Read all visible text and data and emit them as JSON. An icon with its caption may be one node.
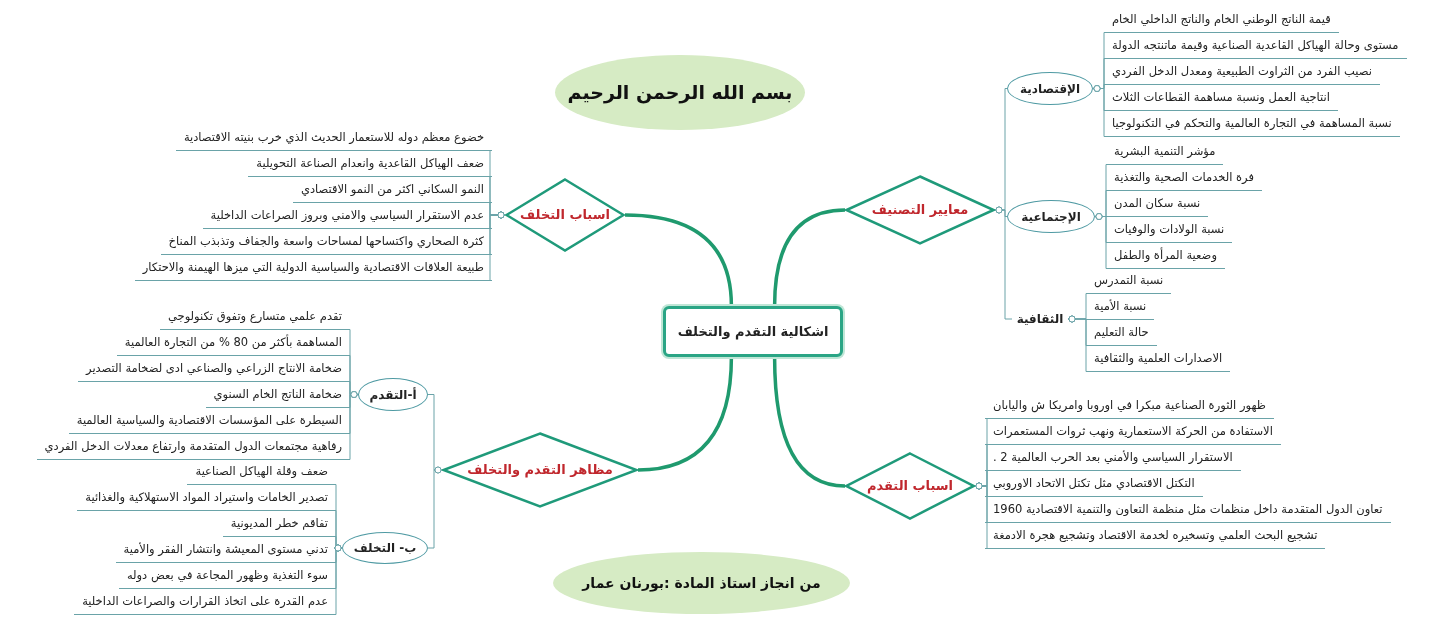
{
  "diagram": {
    "nodes": [
      {
        "text": [
          "اشكالية التقدم والتخلف"
        ]
      },
      {
        "text": [
          "معايير التصنيف"
        ]
      },
      {
        "text": [
          "الإقتصادية"
        ]
      },
      {
        "text": [
          "قيمة الناتج الوطني الخام والناتج الداخلي الخام"
        ]
      },
      {
        "text": [
          "مستوى وحالة الهياكل القاعدية الصناعية وقيمة ماتنتجه الدولة"
        ]
      },
      {
        "text": [
          "نصيب الفرد من الثراوت الطبيعية ومعدل الدخل الفردي"
        ]
      },
      {
        "text": [
          "انتاجية العمل ونسبة مساهمة القطاعات الثلاث"
        ]
      },
      {
        "text": [
          "نسبة المساهمة في التجارة العالمية والتحكم في التكنولوجيا"
        ]
      },
      {
        "text": [
          "الإجتماعية"
        ]
      },
      {
        "text": [
          "مؤشر التنمية البشرية"
        ]
      },
      {
        "text": [
          "فرة الخدمات الصحية والتغذية"
        ]
      },
      {
        "text": [
          "نسبة سكان المدن"
        ]
      },
      {
        "text": [
          "نسبة الولادات والوفيات"
        ]
      },
      {
        "text": [
          "وضعية المرأة والطفل"
        ]
      },
      {
        "text": [
          "الثقافية"
        ]
      },
      {
        "text": [
          "نسبة التمدرس"
        ]
      },
      {
        "text": [
          "نسبة الأمية"
        ]
      },
      {
        "text": [
          "حالة التعليم"
        ]
      },
      {
        "text": [
          "الاصدارات العلمية والثقافية"
        ]
      },
      {
        "text": [
          "اسباب التقدم"
        ]
      },
      {
        "text": [
          "ظهور الثورة الصناعية مبكرا في اوروبا وامريكا ش واليابان"
        ]
      },
      {
        "text": [
          "الاستفادة من الحركة الاستعمارية ونهب ثروات المستعمرات"
        ]
      },
      {
        "text": [
          "الاستقرار السياسي والأمني بعد الحرب العالمية 2 ."
        ]
      },
      {
        "text": [
          "التكتل الاقتصادي مثل تكتل الاتحاد الاوروبي"
        ]
      },
      {
        "text": [
          "تعاون الدول المتقدمة داخل منظمات مثل منظمة التعاون والتنمية الاقتصادية 1960"
        ]
      },
      {
        "text": [
          "تشجيع البحث العلمي وتسخيره لخدمة الاقتصاد وتشجيع هجرة الادمغة"
        ]
      },
      {
        "text": [
          "اسباب التخلف"
        ]
      },
      {
        "text": [
          "خضوع معظم دوله للاستعمار الحديث الذي خرب بنيته الاقتصادية"
        ]
      },
      {
        "text": [
          "ضعف الهياكل القاعدية وانعدام الصناعة التحويلية"
        ]
      },
      {
        "text": [
          "النمو السكاني اكثر من النمو الاقتصادي"
        ]
      },
      {
        "text": [
          "عدم الاستقرار السياسي والامني وبروز الصراعات الداخلية"
        ]
      },
      {
        "text": [
          "كثرة الصحاري واكتساحها لمساحات واسعة والجفاف وتذبذب المناخ"
        ]
      },
      {
        "text": [
          "طبيعة العلاقات الاقتصادية والسياسية الدولية التي ميزها الهيمنة والاحتكار"
        ]
      },
      {
        "text": [
          "مظاهر التقدم والتخلف"
        ]
      },
      {
        "text": [
          "أ-التقدم"
        ]
      },
      {
        "text": [
          "تقدم علمي متسارع وتفوق تكنولوجي"
        ]
      },
      {
        "text": [
          "المساهمة بأكثر من 80 % من التجارة العالمية"
        ]
      },
      {
        "text": [
          "ضخامة الانتاج الزراعي والصناعي ادى لضخامة التصدير"
        ]
      },
      {
        "text": [
          "ضخامة الناتج الخام السنوي"
        ]
      },
      {
        "text": [
          "السيطرة على المؤسسات الاقتصادية والسياسية العالمية"
        ]
      },
      {
        "text": [
          "رفاهية مجتمعات الدول المتقدمة وارتفاع معدلات الدخل الفردي"
        ]
      },
      {
        "text": [
          "ب- التخلف"
        ]
      },
      {
        "text": [
          "ضعف وقلة الهياكل الصناعية"
        ]
      },
      {
        "text": [
          "تصدير الخامات واستيراد المواد الاستهلاكية والغذائية"
        ]
      },
      {
        "text": [
          "تفاقم خطر المديونية"
        ]
      },
      {
        "text": [
          "تدني مستوى المعيشة وانتشار الفقر والأمية"
        ]
      },
      {
        "text": [
          "سوء التغذية وظهور المجاعة في بعض دوله"
        ]
      },
      {
        "text": [
          "عدم القدرة على اتخاذ القرارات والصراعات الداخلية"
        ]
      },
      {
        "text": [
          "بسم الله الرحمن الرحيم"
        ]
      },
      {
        "text": [
          "من انجاز استاذ المادة :بورنان عمار"
        ]
      }
    ],
    "edges": [
      {
        "from": 0,
        "to": 1,
        "arrow": "none",
        "style": "thick",
        "color": "#1f9a6e"
      },
      {
        "from": 0,
        "to": 19,
        "arrow": "none",
        "style": "thick",
        "color": "#1f9a6e"
      },
      {
        "from": 0,
        "to": 26,
        "arrow": "none",
        "style": "thick",
        "color": "#1f9a6e"
      },
      {
        "from": 0,
        "to": 33,
        "arrow": "none",
        "style": "thick",
        "color": "#1f9a6e"
      },
      {
        "from": 1,
        "to": 2,
        "arrow": "other"
      },
      {
        "from": 1,
        "to": 8,
        "arrow": "other"
      },
      {
        "from": 1,
        "to": 14,
        "arrow": "other"
      },
      {
        "from": 2,
        "to": 3,
        "arrow": "other"
      },
      {
        "from": 2,
        "to": 4,
        "arrow": "other"
      },
      {
        "from": 2,
        "to": 5,
        "arrow": "other"
      },
      {
        "from": 2,
        "to": 6,
        "arrow": "other"
      },
      {
        "from": 2,
        "to": 7,
        "arrow": "other"
      },
      {
        "from": 8,
        "to": 9,
        "arrow": "other"
      },
      {
        "from": 8,
        "to": 10,
        "arrow": "other"
      },
      {
        "from": 8,
        "to": 11,
        "arrow": "other"
      },
      {
        "from": 8,
        "to": 12,
        "arrow": "other"
      },
      {
        "from": 8,
        "to": 13,
        "arrow": "other"
      },
      {
        "from": 14,
        "to": 15,
        "arrow": "other"
      },
      {
        "from": 14,
        "to": 16,
        "arrow": "other"
      },
      {
        "from": 14,
        "to": 17,
        "arrow": "other"
      },
      {
        "from": 14,
        "to": 18,
        "arrow": "other"
      },
      {
        "from": 19,
        "to": 20,
        "arrow": "other"
      },
      {
        "from": 19,
        "to": 21,
        "arrow": "other"
      },
      {
        "from": 19,
        "to": 22,
        "arrow": "other"
      },
      {
        "from": 19,
        "to": 23,
        "arrow": "other"
      },
      {
        "from": 19,
        "to": 24,
        "arrow": "other"
      },
      {
        "from": 19,
        "to": 25,
        "arrow": "other"
      },
      {
        "from": 26,
        "to": 27,
        "arrow": "other"
      },
      {
        "from": 26,
        "to": 28,
        "arrow": "other"
      },
      {
        "from": 26,
        "to": 29,
        "arrow": "other"
      },
      {
        "from": 26,
        "to": 30,
        "arrow": "other"
      },
      {
        "from": 26,
        "to": 31,
        "arrow": "other"
      },
      {
        "from": 26,
        "to": 32,
        "arrow": "other"
      },
      {
        "from": 33,
        "to": 34,
        "arrow": "other"
      },
      {
        "from": 33,
        "to": 41,
        "arrow": "other"
      },
      {
        "from": 34,
        "to": 35,
        "arrow": "other"
      },
      {
        "from": 34,
        "to": 36,
        "arrow": "other"
      },
      {
        "from": 34,
        "to": 37,
        "arrow": "other"
      },
      {
        "from": 34,
        "to": 38,
        "arrow": "other"
      },
      {
        "from": 34,
        "to": 39,
        "arrow": "other"
      },
      {
        "from": 34,
        "to": 40,
        "arrow": "other"
      },
      {
        "from": 41,
        "to": 42,
        "arrow": "other"
      },
      {
        "from": 41,
        "to": 43,
        "arrow": "other"
      },
      {
        "from": 41,
        "to": 44,
        "arrow": "other"
      },
      {
        "from": 41,
        "to": 45,
        "arrow": "other"
      },
      {
        "from": 41,
        "to": 46,
        "arrow": "other"
      },
      {
        "from": 41,
        "to": 47,
        "arrow": "other"
      }
    ]
  }
}
